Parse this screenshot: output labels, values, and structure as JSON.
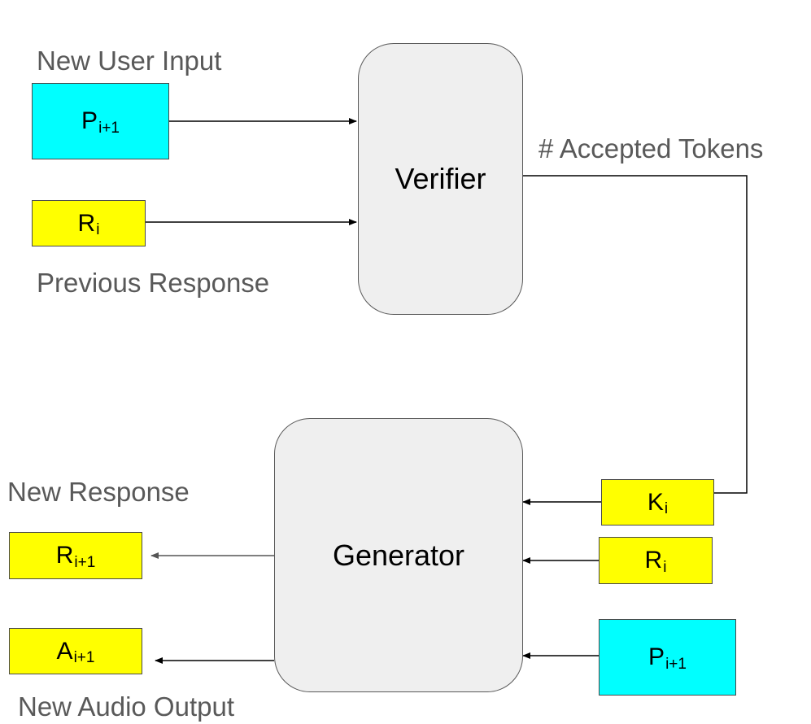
{
  "labels": {
    "new_user_input": "New User Input",
    "previous_response": "Previous Response",
    "accepted_tokens": "# Accepted Tokens",
    "new_response": "New Response",
    "new_audio_output": "New Audio Output"
  },
  "nodes": {
    "verifier": "Verifier",
    "generator": "Generator"
  },
  "boxes": {
    "p_top": {
      "base": "P",
      "sub": "i+1"
    },
    "r_top": {
      "base": "R",
      "sub": "i"
    },
    "k_right": {
      "base": "K",
      "sub": "i"
    },
    "r_right": {
      "base": "R",
      "sub": "i"
    },
    "p_right": {
      "base": "P",
      "sub": "i+1"
    },
    "r_out": {
      "base": "R",
      "sub": "i+1"
    },
    "a_out": {
      "base": "A",
      "sub": "i+1"
    }
  },
  "colors": {
    "prompt_fill": "#00ffff",
    "response_fill": "#ffff00",
    "node_fill": "#efefef",
    "label_text": "#595959",
    "arrow": "#000000"
  }
}
